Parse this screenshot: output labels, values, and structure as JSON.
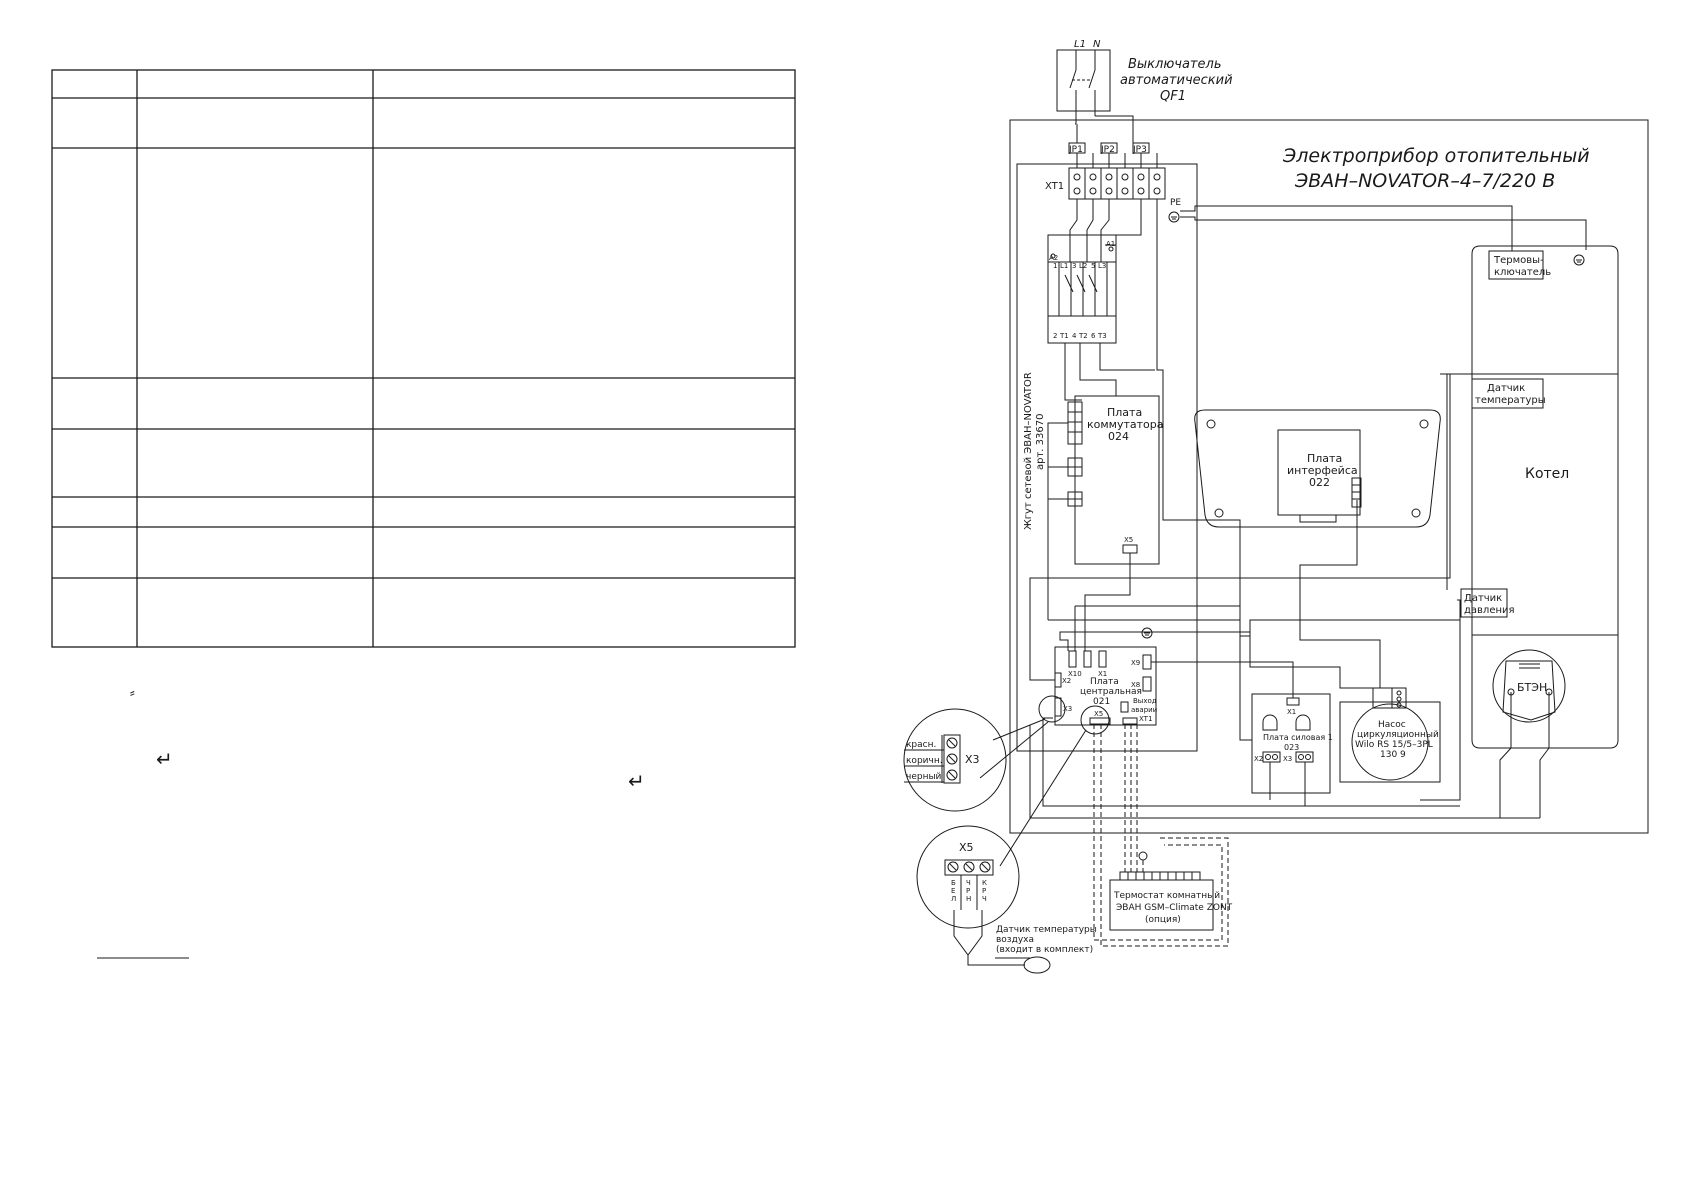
{
  "colors": {
    "ink": "#1a1a1a",
    "paper": "#ffffff"
  },
  "left_page": {
    "table": {
      "rows": 8,
      "cols": 3
    },
    "symbols": {
      "heat_icon": "⸗",
      "enter_key_icon": "↵"
    }
  },
  "diagram": {
    "title_line1": "Электроприбор отопительный",
    "title_line2": "ЭВАН–NOVATOR–4–7/220 В",
    "supply": {
      "l1": "L1",
      "n": "N"
    },
    "breaker": {
      "line1": "Выключатель",
      "line2": "автоматический",
      "line3": "QF1"
    },
    "jumpers": [
      "JP1",
      "JP2",
      "JP3"
    ],
    "terminal_xt1": "XT1",
    "pe": "PE",
    "contactor": {
      "a1": "A1",
      "a2": "A2",
      "top_pins": [
        "1",
        "L1",
        "3",
        "L2",
        "5",
        "L3"
      ],
      "bottom_pins": [
        "2",
        "T1",
        "4",
        "T2",
        "6",
        "T3"
      ]
    },
    "harness": {
      "line1": "Жгут сетевой ЭВАН–NOVATOR",
      "line2": "арт. 33670"
    },
    "switch_board": {
      "line1": "Плата",
      "line2": "коммутатора",
      "line3": "024",
      "x5": "X5"
    },
    "interface_board": {
      "line1": "Плата",
      "line2": "интерфейса",
      "line3": "022"
    },
    "thermal_switch": {
      "line1": "Термовы-",
      "line2": "ключатель"
    },
    "temp_sensor": {
      "line1": "Датчик",
      "line2": "температуры"
    },
    "pressure_sensor": {
      "line1": "Датчик",
      "line2": "давления"
    },
    "boiler": "Котел",
    "heater": "БТЭН",
    "central_board": {
      "line1": "Плата",
      "line2": "центральная",
      "line3": "021",
      "x2": "X2",
      "x3": "X3",
      "x5": "X5",
      "x10": "X10",
      "x1": "X1",
      "x9": "X9",
      "x8": "X8",
      "alarm_line1": "Выход",
      "alarm_line2": "аварии",
      "xt1": "XT1"
    },
    "relay_board": {
      "x1": "X1",
      "line1": "Плата силовая 1",
      "line2": "023",
      "x2": "X2",
      "x3": "X3"
    },
    "pump": {
      "line1": "Насос",
      "line2": "циркуляционный",
      "line3": "Wilo RS 15/5–3PL",
      "line4": "130 9"
    },
    "x3_detail": {
      "title": "X3",
      "wires": [
        "красн.",
        "коричн.",
        "черный"
      ]
    },
    "x5_detail": {
      "title": "X5",
      "col1": [
        "Б",
        "Е",
        "Л"
      ],
      "col2": [
        "Ч",
        "Р",
        "Н"
      ],
      "col3": [
        "К",
        "Р",
        "Ч"
      ]
    },
    "air_sensor": {
      "line1": "Датчик температуры",
      "line2": "воздуха",
      "line3": "(входит в комплект)"
    },
    "room_thermostat": {
      "line1": "Термостат комнатный",
      "line2": "ЭВАН GSM–Climate ZONT",
      "line3": "(опция)"
    }
  }
}
